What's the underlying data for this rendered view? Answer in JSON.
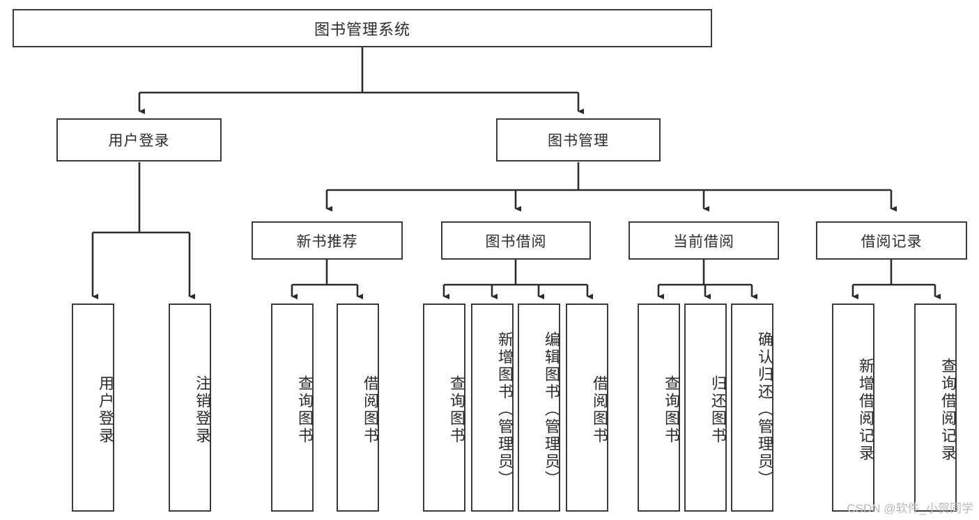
{
  "diagram": {
    "title": "图书管理系统",
    "type": "tree",
    "orientation": "top-down",
    "colors": {
      "box_border": "#3a3a3a",
      "box_fill": "#ffffff",
      "connector": "#2b2b2b",
      "text": "#2b2b2b",
      "watermark": "#b9b9b9",
      "background": "#ffffff"
    },
    "watermark": "CSDN @软件_小贺同学",
    "nodes": {
      "root": {
        "label": "图书管理系统"
      },
      "level2": [
        {
          "label": "用户登录"
        },
        {
          "label": "图书管理"
        }
      ],
      "level3": [
        {
          "label": "新书推荐"
        },
        {
          "label": "图书借阅"
        },
        {
          "label": "当前借阅"
        },
        {
          "label": "借阅记录"
        }
      ],
      "leaves": {
        "user_login": [
          {
            "label": "用户登录"
          },
          {
            "label": "注销登录"
          }
        ],
        "new_book_recommend": [
          {
            "label": "查询图书"
          },
          {
            "label": "借阅图书"
          }
        ],
        "book_borrow": [
          {
            "label": "查询图书"
          },
          {
            "label": "新增图书（管理员）"
          },
          {
            "label": "编辑图书（管理员）"
          },
          {
            "label": "借阅图书"
          }
        ],
        "current_borrow": [
          {
            "label": "查询图书"
          },
          {
            "label": "归还图书"
          },
          {
            "label": "确认归还（管理员）"
          }
        ],
        "borrow_record": [
          {
            "label": "新增借阅记录"
          },
          {
            "label": "查询借阅记录"
          }
        ]
      }
    }
  }
}
